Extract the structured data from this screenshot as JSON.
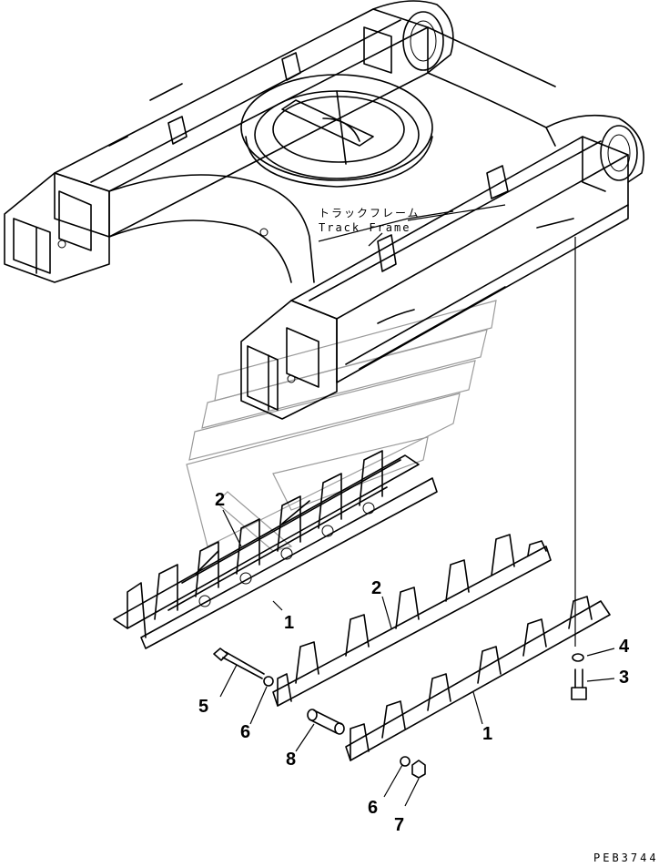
{
  "diagram": {
    "label_jp": "トラックフレーム",
    "label_en": "Track Frame",
    "drawing_code": "PEB3744"
  },
  "callouts": [
    {
      "id": "c1a",
      "text": "1"
    },
    {
      "id": "c2a",
      "text": "2"
    },
    {
      "id": "c2b",
      "text": "2"
    },
    {
      "id": "c1b",
      "text": "1"
    },
    {
      "id": "c4",
      "text": "4"
    },
    {
      "id": "c3",
      "text": "3"
    },
    {
      "id": "c5",
      "text": "5"
    },
    {
      "id": "c6a",
      "text": "6"
    },
    {
      "id": "c8",
      "text": "8"
    },
    {
      "id": "c6b",
      "text": "6"
    },
    {
      "id": "c7",
      "text": "7"
    }
  ]
}
